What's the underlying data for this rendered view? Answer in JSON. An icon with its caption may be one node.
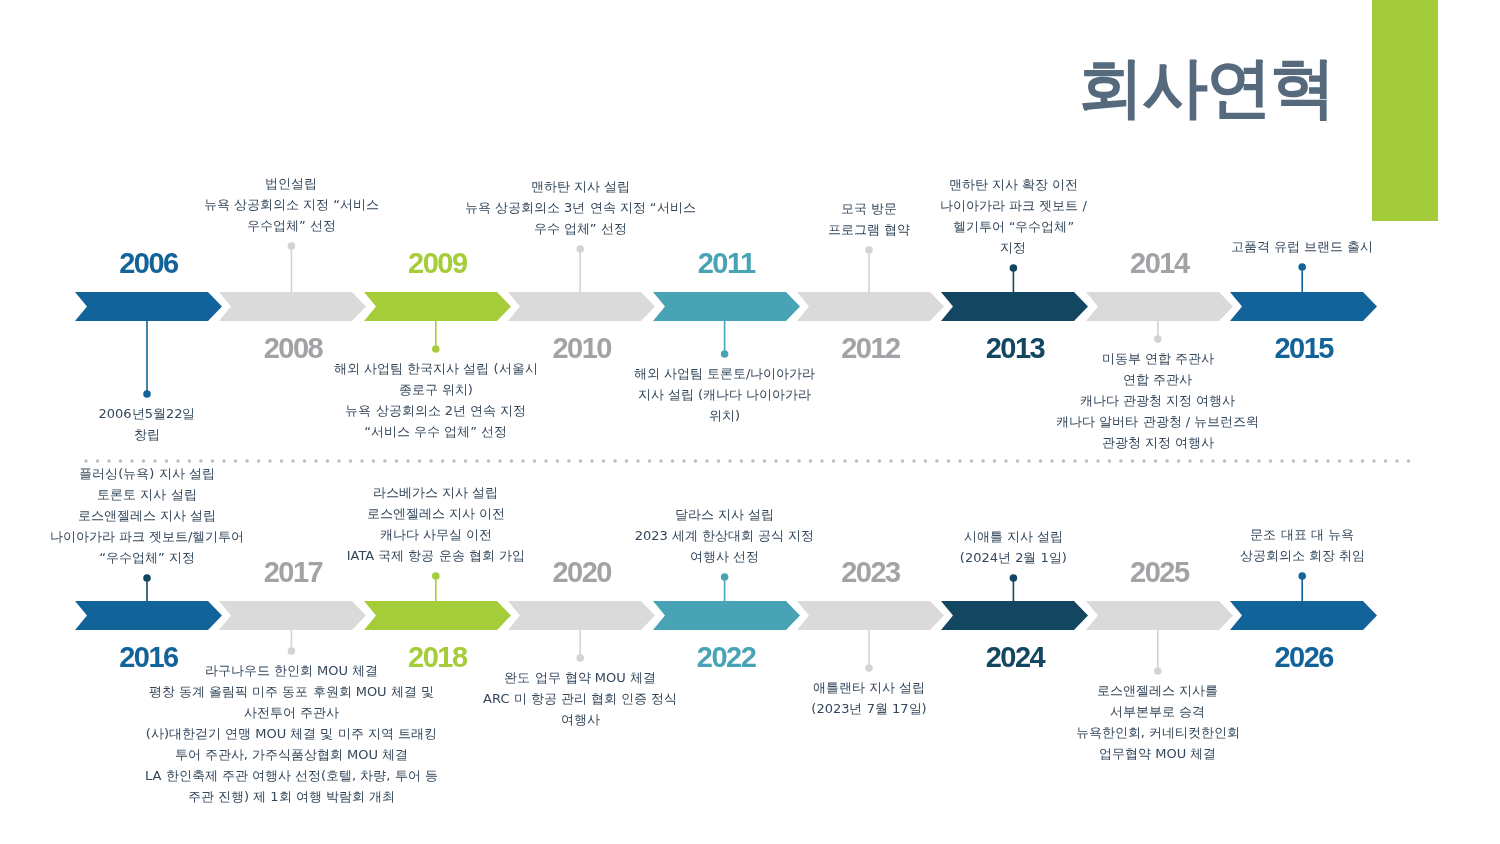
{
  "diagram": {
    "title": "회사연혁",
    "nodes": [
      {
        "text": [
          "2006"
        ]
      },
      {
        "text": [
          "2008"
        ]
      },
      {
        "text": [
          "2009"
        ]
      },
      {
        "text": [
          "2010"
        ]
      },
      {
        "text": [
          "2011"
        ]
      },
      {
        "text": [
          "2012"
        ]
      },
      {
        "text": [
          "2013"
        ]
      },
      {
        "text": [
          "2014"
        ]
      },
      {
        "text": [
          "2015"
        ]
      },
      {
        "text": [
          "2016"
        ]
      },
      {
        "text": [
          "2017"
        ]
      },
      {
        "text": [
          "2018"
        ]
      },
      {
        "text": [
          "2020"
        ]
      },
      {
        "text": [
          "2022"
        ]
      },
      {
        "text": [
          "2023"
        ]
      },
      {
        "text": [
          "2024"
        ]
      },
      {
        "text": [
          "2025"
        ]
      },
      {
        "text": [
          "2026"
        ]
      },
      {
        "text": [
          "2006년5월22일",
          "창립"
        ]
      },
      {
        "text": [
          "법인설립",
          "뉴욕 상공회의소 지정 “서비스 우수업체” 선정"
        ]
      },
      {
        "text": [
          "해외 사업팀 한국지사 설립 (서울시 종로구 위치)",
          "뉴욕 상공회의소 2년 연속 지정 “서비스 우수 업체” 선정"
        ]
      },
      {
        "text": [
          "맨하탄 지사 설립",
          "뉴욕 상공회의소 3년 연속 지정 “서비스 우수 업체” 선정"
        ]
      },
      {
        "text": [
          "해외 사업팀 토론토/나이아가라 지사 설립 (캐나다 나이아가라 위치)"
        ]
      },
      {
        "text": [
          "모국 방문 프로그램 협약"
        ]
      },
      {
        "text": [
          "맨하탄 지사 확장 이전",
          "나이아가라 파크 젯보트 / 헬기투어 “우수업체” 지정"
        ]
      },
      {
        "text": [
          "미동부 연합 주관사",
          "연합 주관사",
          "캐나다 관광청 지정 여행사",
          "캐나다 알버타 관광청 / 뉴브런즈윅 관광청 지정 여행사"
        ]
      },
      {
        "text": [
          "고품격 유럽 브랜드 출시"
        ]
      },
      {
        "text": [
          "플러싱(뉴욕) 지사 설립",
          "토론토 지사 설립",
          "로스앤젤레스 지사 설립",
          "나이아가라 파크 젯보트/헬기투어 “우수업체” 지정"
        ]
      },
      {
        "text": [
          "라구나우드 한인회 MOU 체결",
          "평창 동계 올림픽 미주 동포 후원회 MOU 체결 및 사전투어 주관사",
          "(사)대한걷기 연맹 MOU 체결 및 미주 지역 트래킹 투어 주관사, 가주식품상협회 MOU 체결",
          "LA 한인축제 주관 여행사 선정(호텔, 차량, 투어 등 주관 진행) 제 1회 여행 박람회 개최"
        ]
      },
      {
        "text": [
          "라스베가스 지사 설립",
          "로스엔젤레스 지사 이전",
          "캐나다 사무실 이전",
          "IATA 국제 항공 운송 협회 가입"
        ]
      },
      {
        "text": [
          "완도 업무 협약 MOU 체결",
          "ARC 미 항공 관리 협회 인증 정식 여행사"
        ]
      },
      {
        "text": [
          "달라스 지사 설립",
          "2023 세계 한상대회 공식 지정 여행사 선정"
        ]
      },
      {
        "text": [
          "애틀랜타 지사 설립 (2023년 7월 17일)"
        ]
      },
      {
        "text": [
          "시애틀 지사 설립 (2024년 2월 1일)"
        ]
      },
      {
        "text": [
          "로스앤젤레스 지사를 서부본부로 승격",
          "뉴욕한인회, 커네티컷한인회 업무협약 MOU 체결"
        ]
      },
      {
        "text": [
          "문조 대표 대 뉴욕 상공회의소 회장 취임"
        ]
      }
    ],
    "edges": [
      {
        "from": 18,
        "to": 0,
        "arrow": "other",
        "color": "#13639b"
      },
      {
        "from": 19,
        "to": 1,
        "arrow": "other"
      },
      {
        "from": 20,
        "to": 2,
        "arrow": "other",
        "color": "#a5cd39"
      },
      {
        "from": 21,
        "to": 3,
        "arrow": "other"
      },
      {
        "from": 22,
        "to": 4,
        "arrow": "other",
        "color": "#48a3b5"
      },
      {
        "from": 23,
        "to": 5,
        "arrow": "other"
      },
      {
        "from": 24,
        "to": 6,
        "arrow": "other",
        "color": "#134661"
      },
      {
        "from": 25,
        "to": 7,
        "arrow": "other"
      },
      {
        "from": 26,
        "to": 8,
        "arrow": "other",
        "color": "#13639b"
      },
      {
        "from": 27,
        "to": 9,
        "arrow": "other",
        "color": "#134661"
      },
      {
        "from": 28,
        "to": 10,
        "arrow": "other"
      },
      {
        "from": 29,
        "to": 11,
        "arrow": "other",
        "color": "#a5cd39"
      },
      {
        "from": 30,
        "to": 12,
        "arrow": "other"
      },
      {
        "from": 31,
        "to": 13,
        "arrow": "other",
        "color": "#48a3b5"
      },
      {
        "from": 32,
        "to": 14,
        "arrow": "other"
      },
      {
        "from": 33,
        "to": 15,
        "arrow": "other",
        "color": "#134661"
      },
      {
        "from": 34,
        "to": 16,
        "arrow": "other"
      },
      {
        "from": 35,
        "to": 17,
        "arrow": "other",
        "color": "#13639b"
      }
    ]
  }
}
